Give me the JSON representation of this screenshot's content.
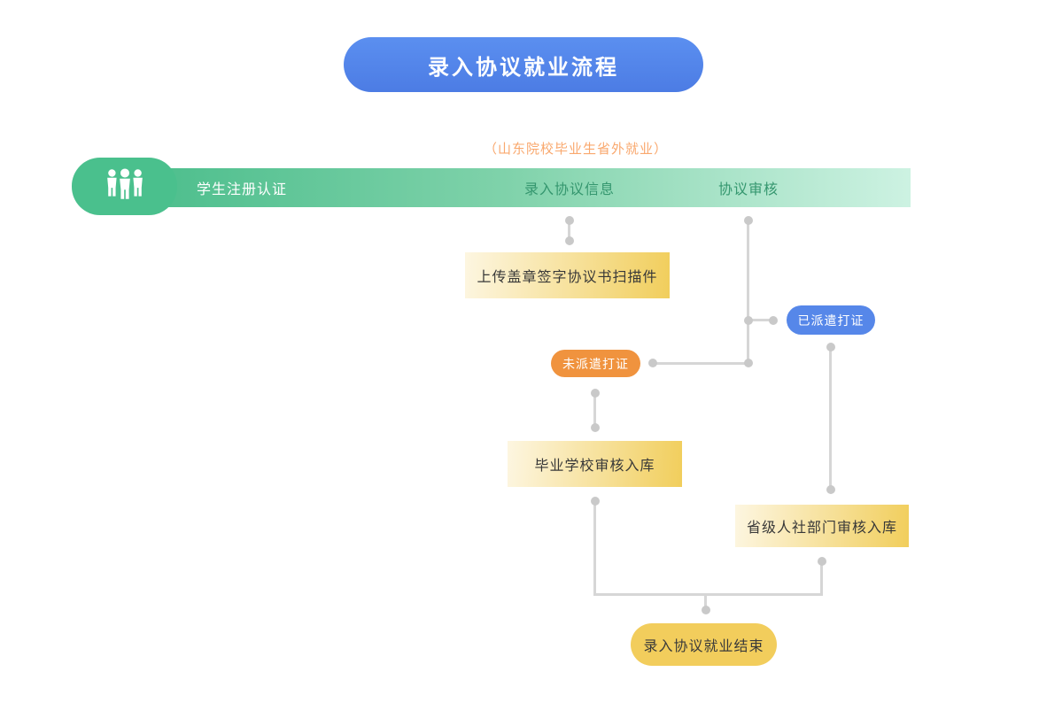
{
  "diagram": {
    "title": "录入协议就业流程",
    "subtitle": "（山东院校毕业生省外就业）",
    "stages": {
      "icon": "users-group-icon",
      "student_register": "学生注册认证",
      "enter_agreement": "录入协议信息",
      "agreement_review": "协议审核"
    },
    "nodes": {
      "upload_scan": "上传盖章签字协议书扫描件",
      "dispatched": "已派遣打证",
      "not_dispatched": "未派遣打证",
      "school_review": "毕业学校审核入库",
      "provincial_review": "省级人社部门审核入库",
      "end": "录入协议就业结束"
    },
    "colors": {
      "title_blue": "#4c7ce4",
      "subtitle_orange": "#f9a86e",
      "stage_green": "#4abd8b",
      "stage_green_light": "#cdf2e2",
      "stage_label_green": "#35976f",
      "node_yellow": "#f1ce5c",
      "dispatched_blue": "#5687e9",
      "not_dispatched_orange": "#f0933e",
      "end_yellow": "#f2cd5c",
      "connector_gray": "#d6d6d6",
      "dot_gray": "#c9c9c9"
    }
  }
}
